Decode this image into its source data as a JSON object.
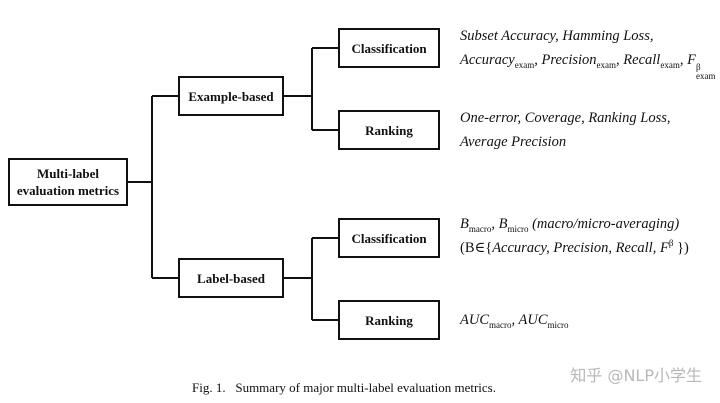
{
  "root": {
    "line1": "Multi-label",
    "line2": "evaluation metrics"
  },
  "example_based": {
    "label": "Example-based",
    "classification": {
      "label": "Classification",
      "line1": "Subset Accuracy, Hamming Loss,",
      "line2_parts": [
        "Accuracy",
        "exam",
        ", Precision",
        "exam",
        ", Recall",
        "exam",
        ", F",
        "β",
        "exam"
      ]
    },
    "ranking": {
      "label": "Ranking",
      "line1": "One-error, Coverage, Ranking Loss,",
      "line2": "Average Precision"
    }
  },
  "label_based": {
    "label": "Label-based",
    "classification": {
      "label": "Classification",
      "line1_parts": [
        "B",
        "macro",
        ", B",
        "micro",
        " (macro/micro-averaging)"
      ],
      "line2_parts": [
        "(B∈{",
        "Accuracy, Precision, Recall, F",
        "β",
        " })"
      ]
    },
    "ranking": {
      "label": "Ranking",
      "line1_parts": [
        "AUC",
        "macro",
        ", AUC",
        "micro"
      ]
    }
  },
  "caption": "Fig. 1.   Summary of major multi-label evaluation metrics.",
  "watermark": "知乎 @NLP小学生"
}
